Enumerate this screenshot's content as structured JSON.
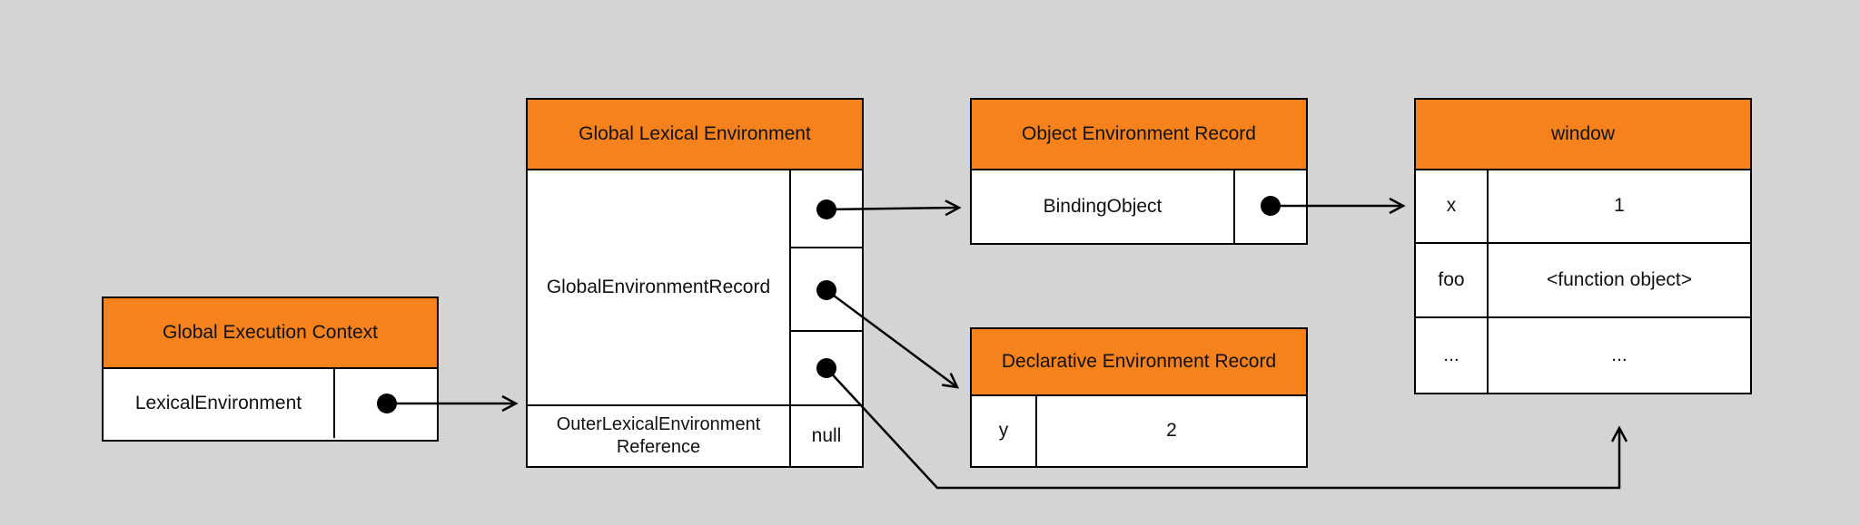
{
  "colors": {
    "header_orange": "#F6821E",
    "background": "#D4D4D4",
    "box_background": "#FFFFFF",
    "border": "#000000"
  },
  "boxes": {
    "gec": {
      "title": "Global Execution Context",
      "row_label": "LexicalEnvironment"
    },
    "gle": {
      "title": "Global Lexical Environment",
      "record_label": "GlobalEnvironmentRecord",
      "outer_label": "OuterLexicalEnvironment Reference",
      "outer_value": "null"
    },
    "oer": {
      "title": "Object Environment Record",
      "row_label": "BindingObject"
    },
    "der": {
      "title": "Declarative Environment Record",
      "rows": [
        {
          "key": "y",
          "value": "2"
        }
      ]
    },
    "window": {
      "title": "window",
      "rows": [
        {
          "key": "x",
          "value": "1"
        },
        {
          "key": "foo",
          "value": "<function object>"
        },
        {
          "key": "...",
          "value": "..."
        }
      ]
    }
  },
  "edges": [
    {
      "from": "LexicalEnvironment",
      "to": "Global Lexical Environment"
    },
    {
      "from": "GlobalEnvironmentRecord",
      "to": "Object Environment Record"
    },
    {
      "from": "GlobalEnvironmentRecord",
      "to": "Declarative Environment Record"
    },
    {
      "from": "GlobalEnvironmentRecord",
      "to": "window"
    },
    {
      "from": "BindingObject",
      "to": "window"
    }
  ]
}
